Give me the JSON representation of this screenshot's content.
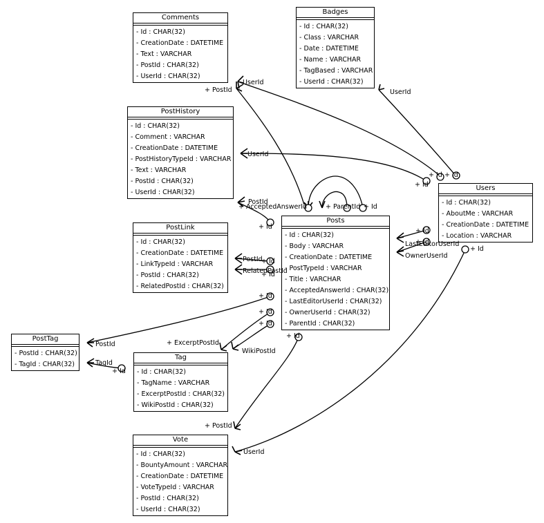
{
  "entities": {
    "comments": {
      "name": "Comments",
      "fields": [
        "Id : CHAR(32)",
        "CreationDate : DATETIME",
        "Text : VARCHAR",
        "PostId : CHAR(32)",
        "UserId : CHAR(32)"
      ]
    },
    "badges": {
      "name": "Badges",
      "fields": [
        "Id : CHAR(32)",
        "Class : VARCHAR",
        "Date : DATETIME",
        "Name : VARCHAR",
        "TagBased : VARCHAR",
        "UserId : CHAR(32)"
      ]
    },
    "posthistory": {
      "name": "PostHistory",
      "fields": [
        "Id : CHAR(32)",
        "Comment : VARCHAR",
        "CreationDate : DATETIME",
        "PostHistoryTypeId : VARCHAR",
        "Text : VARCHAR",
        "PostId : CHAR(32)",
        "UserId : CHAR(32)"
      ]
    },
    "users": {
      "name": "Users",
      "fields": [
        "Id : CHAR(32)",
        "AboutMe : VARCHAR",
        "CreationDate : DATETIME",
        "Location : VARCHAR"
      ]
    },
    "postlink": {
      "name": "PostLink",
      "fields": [
        "Id : CHAR(32)",
        "CreationDate : DATETIME",
        "LinkTypeId : VARCHAR",
        "PostId : CHAR(32)",
        "RelatedPostId : CHAR(32)"
      ]
    },
    "posts": {
      "name": "Posts",
      "fields": [
        "Id : CHAR(32)",
        "Body : VARCHAR",
        "CreationDate : DATETIME",
        "PostTypeId : VARCHAR",
        "Title : VARCHAR",
        "AcceptedAnswerId : CHAR(32)",
        "LastEditorUserId : CHAR(32)",
        "OwnerUserId : CHAR(32)",
        "ParentId : CHAR(32)"
      ]
    },
    "posttag": {
      "name": "PostTag",
      "fields": [
        "PostId : CHAR(32)",
        "TagId : CHAR(32)"
      ]
    },
    "tag": {
      "name": "Tag",
      "fields": [
        "Id : CHAR(32)",
        "TagName : VARCHAR",
        "ExcerptPostId : CHAR(32)",
        "WikiPostId : CHAR(32)"
      ]
    },
    "vote": {
      "name": "Vote",
      "fields": [
        "Id : CHAR(32)",
        "BountyAmount : VARCHAR",
        "CreationDate : DATETIME",
        "VoteTypeId : VARCHAR",
        "PostId : CHAR(32)",
        "UserId : CHAR(32)"
      ]
    }
  },
  "labels": {
    "comments_userid": "UserId",
    "comments_postid": "+ PostId",
    "badges_userid": "UserId",
    "ph_userid": "UserId",
    "ph_postid": "PostId",
    "posts_acceptedanswerid": "+ AcceptedAnswerId",
    "posts_id_a": "+ Id",
    "posts_parentid": "+ ParentId",
    "posts_id_self": "+ Id",
    "users_id_a": "+ Id",
    "users_id_b": "+ Id",
    "users_id_c": "+ Id",
    "users_id_d": "+ Id",
    "posts_id_b": "+ Id",
    "posts_id_c": "+ Id",
    "posts_lasteditoruserid": "LastEditorUserId",
    "posts_owneruserid": "OwnerUserId",
    "pl_postid": "PostId",
    "pl_relatedpostid": "RelatedPostId",
    "posts_id_d": "+ Id",
    "posts_id_e": "+ Id",
    "posts_id_f": "+ Id",
    "posts_id_g": "+ Id",
    "posts_id_h": "+ Id",
    "posttag_postid": "PostId",
    "posttag_tagid": "TagId",
    "tag_id": "+ Id",
    "tag_excerptpostid": "+ ExcerptPostId",
    "tag_wikipostid": "WikiPostId",
    "posts_id_i": "+ Id",
    "users_id_e": "+ Id",
    "vote_postid": "+ PostId",
    "vote_userid": "UserId"
  }
}
